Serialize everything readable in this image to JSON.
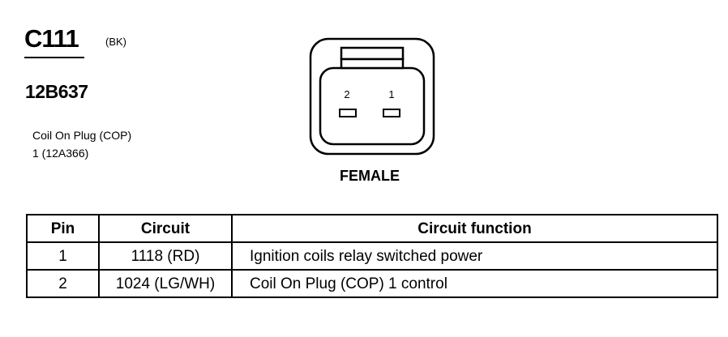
{
  "header": {
    "connector_id": "C111",
    "connector_color": "(BK)",
    "part_number": "12B637",
    "description_line1": "Coil On Plug (COP)",
    "description_line2": "1 (12A366)"
  },
  "connector_view": {
    "pin_labels": [
      "2",
      "1"
    ],
    "gender": "FEMALE"
  },
  "pin_table": {
    "headers": {
      "pin": "Pin",
      "circuit": "Circuit",
      "function": "Circuit function"
    },
    "rows": [
      {
        "pin": "1",
        "circuit": "1118 (RD)",
        "function": "Ignition coils relay switched power"
      },
      {
        "pin": "2",
        "circuit": "1024 (LG/WH)",
        "function": "Coil On Plug (COP) 1  control"
      }
    ]
  }
}
